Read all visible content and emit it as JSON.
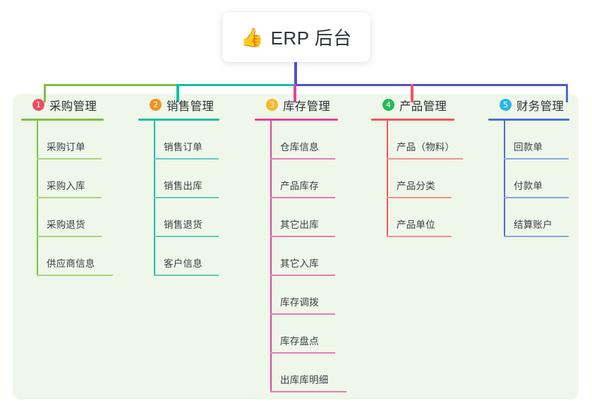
{
  "root": {
    "emoji": "👍",
    "emoji_name": "thumbs-up-icon",
    "title": "ERP 后台"
  },
  "palette": {
    "panel_background": "#eef7e9",
    "page_background": "#ffffff",
    "trunk_line": "#4f52c9",
    "text_primary": "#2f3338",
    "text_leaf": "#3a3f45"
  },
  "columns": [
    {
      "number": "1",
      "title": "采购管理",
      "badge_color": "#ef4b62",
      "line_color": "#7dc142",
      "leaf_rule_color": "#a9d47c",
      "items": [
        "采购订单",
        "采购入库",
        "采购退货",
        "供应商信息"
      ]
    },
    {
      "number": "2",
      "title": "销售管理",
      "badge_color": "#f5911e",
      "line_color": "#14bfa6",
      "leaf_rule_color": "#63c9be",
      "items": [
        "销售订单",
        "销售出库",
        "销售退货",
        "客户信息"
      ]
    },
    {
      "number": "3",
      "title": "库存管理",
      "badge_color": "#f9b824",
      "line_color": "#e0449b",
      "leaf_rule_color": "#e87ab5",
      "items": [
        "仓库信息",
        "产品库存",
        "其它出库",
        "其它入库",
        "库存调拨",
        "库存盘点",
        "出库库明细"
      ]
    },
    {
      "number": "4",
      "title": "产品管理",
      "badge_color": "#22bb55",
      "line_color": "#f4535f",
      "leaf_rule_color": "#f5918f",
      "items": [
        "产品（物料）",
        "产品分类",
        "产品单位"
      ]
    },
    {
      "number": "5",
      "title": "财务管理",
      "badge_color": "#29b6e8",
      "line_color": "#4a6fd4",
      "leaf_rule_color": "#8aa5e0",
      "items": [
        "回款单",
        "付款单",
        "结算账户"
      ]
    }
  ],
  "connectors": {
    "trunk_color": "#4f52c9",
    "bar_segments": [
      {
        "color": "#7dc142",
        "name": "bar-segment-green"
      },
      {
        "color": "#14bfa6",
        "name": "bar-segment-teal"
      },
      {
        "color": "#4f52c9",
        "name": "bar-segment-indigo"
      }
    ]
  }
}
